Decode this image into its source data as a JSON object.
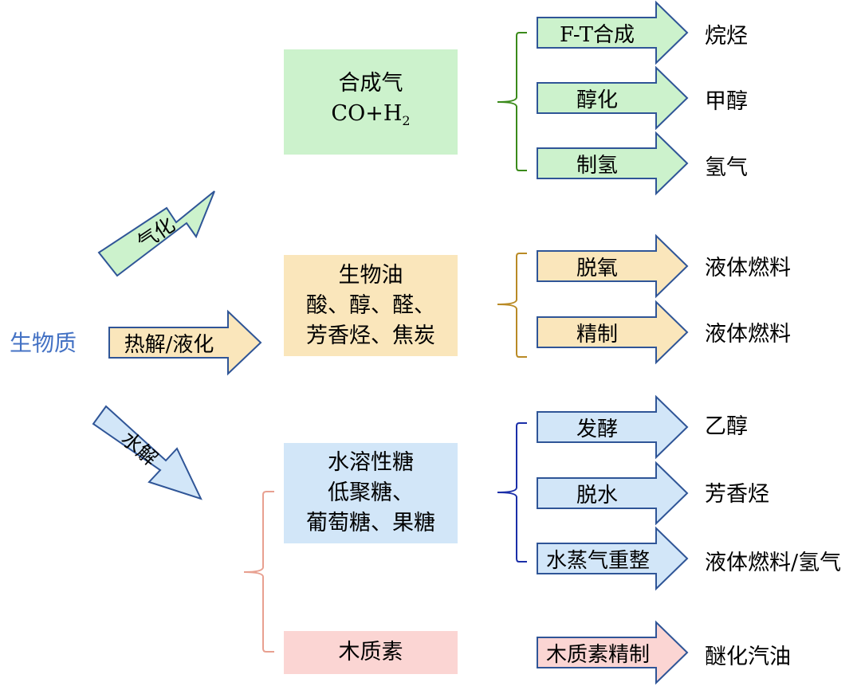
{
  "source": "生物质",
  "routes": {
    "gasification": "气化",
    "pyrolysis": "热解/液化",
    "hydrolysis": "水解"
  },
  "intermediates": {
    "syngas": {
      "line1": "合成气",
      "line2_prefix": "CO+H",
      "line2_sub": "2"
    },
    "bio_oil": {
      "line1": "生物油",
      "line2": "酸、醇、醛、",
      "line3": "芳香烃、焦炭"
    },
    "sugars": {
      "line1": "水溶性糖",
      "line2": "低聚糖、",
      "line3": "葡萄糖、果糖"
    },
    "lignin": {
      "line1": "木质素"
    }
  },
  "processes": [
    {
      "name": "F-T合成",
      "product": "烷烃"
    },
    {
      "name": "醇化",
      "product": "甲醇"
    },
    {
      "name": "制氢",
      "product": "氢气"
    },
    {
      "name": "脱氧",
      "product": "液体燃料"
    },
    {
      "name": "精制",
      "product": "液体燃料"
    },
    {
      "name": "发酵",
      "product": "乙醇"
    },
    {
      "name": "脱水",
      "product": "芳香烃"
    },
    {
      "name": "水蒸气重整",
      "product": "液体燃料/氢气"
    },
    {
      "name": "木质素精制",
      "product": "醚化汽油"
    }
  ],
  "colors": {
    "green_fill": "#ccf2cc",
    "green_bracket": "#3a8a1a",
    "yellow_fill": "#fae6bb",
    "yellow_bracket": "#b98a25",
    "blue_fill": "#d2e6f8",
    "blue_bracket": "#1a2ea8",
    "pink_fill": "#fbd5d3",
    "pink_bracket": "#e8a090",
    "arrow_stroke": "#2f5597",
    "source_text": "#4472c4"
  }
}
